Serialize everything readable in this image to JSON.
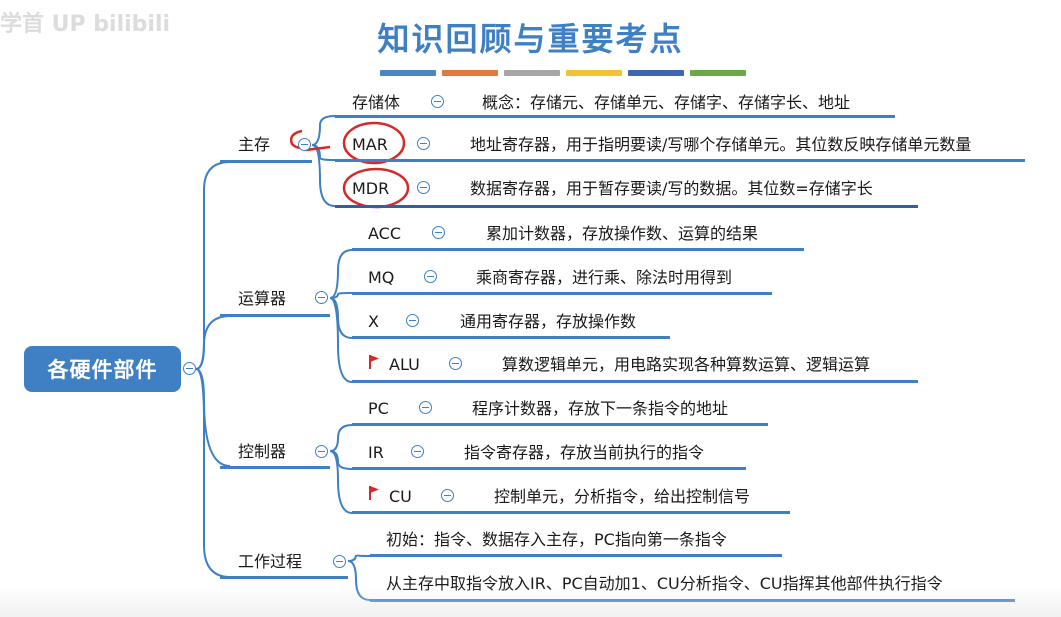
{
  "watermark": "学首 UP bilibili",
  "title": "知识回顾与重要考点",
  "color_bars": [
    "#4a86c7",
    "#e07a3a",
    "#a6a6a6",
    "#f2c230",
    "#3f66b3",
    "#6aaa44"
  ],
  "accent_color": "#3f7fc4",
  "annotation_color": "#d42a2a",
  "root": {
    "label": "各硬件部件"
  },
  "branches": [
    {
      "label": "主存",
      "children": [
        {
          "label": "存储体",
          "desc": "概念：存储元、存储单元、存储字、存储字长、地址",
          "circled": false,
          "flag": false
        },
        {
          "label": "MAR",
          "desc": "地址寄存器，用于指明要读/写哪个存储单元。其位数反映存储单元数量",
          "circled": true,
          "flag": false
        },
        {
          "label": "MDR",
          "desc": "数据寄存器，用于暂存要读/写的数据。其位数=存储字长",
          "circled": true,
          "flag": false
        }
      ]
    },
    {
      "label": "运算器",
      "children": [
        {
          "label": "ACC",
          "desc": "累加计数器，存放操作数、运算的结果",
          "circled": false,
          "flag": false
        },
        {
          "label": "MQ",
          "desc": "乘商寄存器，进行乘、除法时用得到",
          "circled": false,
          "flag": false
        },
        {
          "label": "X",
          "desc": "通用寄存器，存放操作数",
          "circled": false,
          "flag": false
        },
        {
          "label": "ALU",
          "desc": "算数逻辑单元，用电路实现各种算数运算、逻辑运算",
          "circled": false,
          "flag": true
        }
      ]
    },
    {
      "label": "控制器",
      "children": [
        {
          "label": "PC",
          "desc": "程序计数器，存放下一条指令的地址",
          "circled": false,
          "flag": false
        },
        {
          "label": "IR",
          "desc": "指令寄存器，存放当前执行的指令",
          "circled": false,
          "flag": false
        },
        {
          "label": "CU",
          "desc": "控制单元，分析指令，给出控制信号",
          "circled": false,
          "flag": true
        }
      ]
    },
    {
      "label": "工作过程",
      "children": [
        {
          "label": "初始：指令、数据存入主存，PC指向第一条指令"
        },
        {
          "label": "从主存中取指令放入IR、PC自动加1、CU分析指令、CU指挥其他部件执行指令"
        }
      ]
    }
  ]
}
